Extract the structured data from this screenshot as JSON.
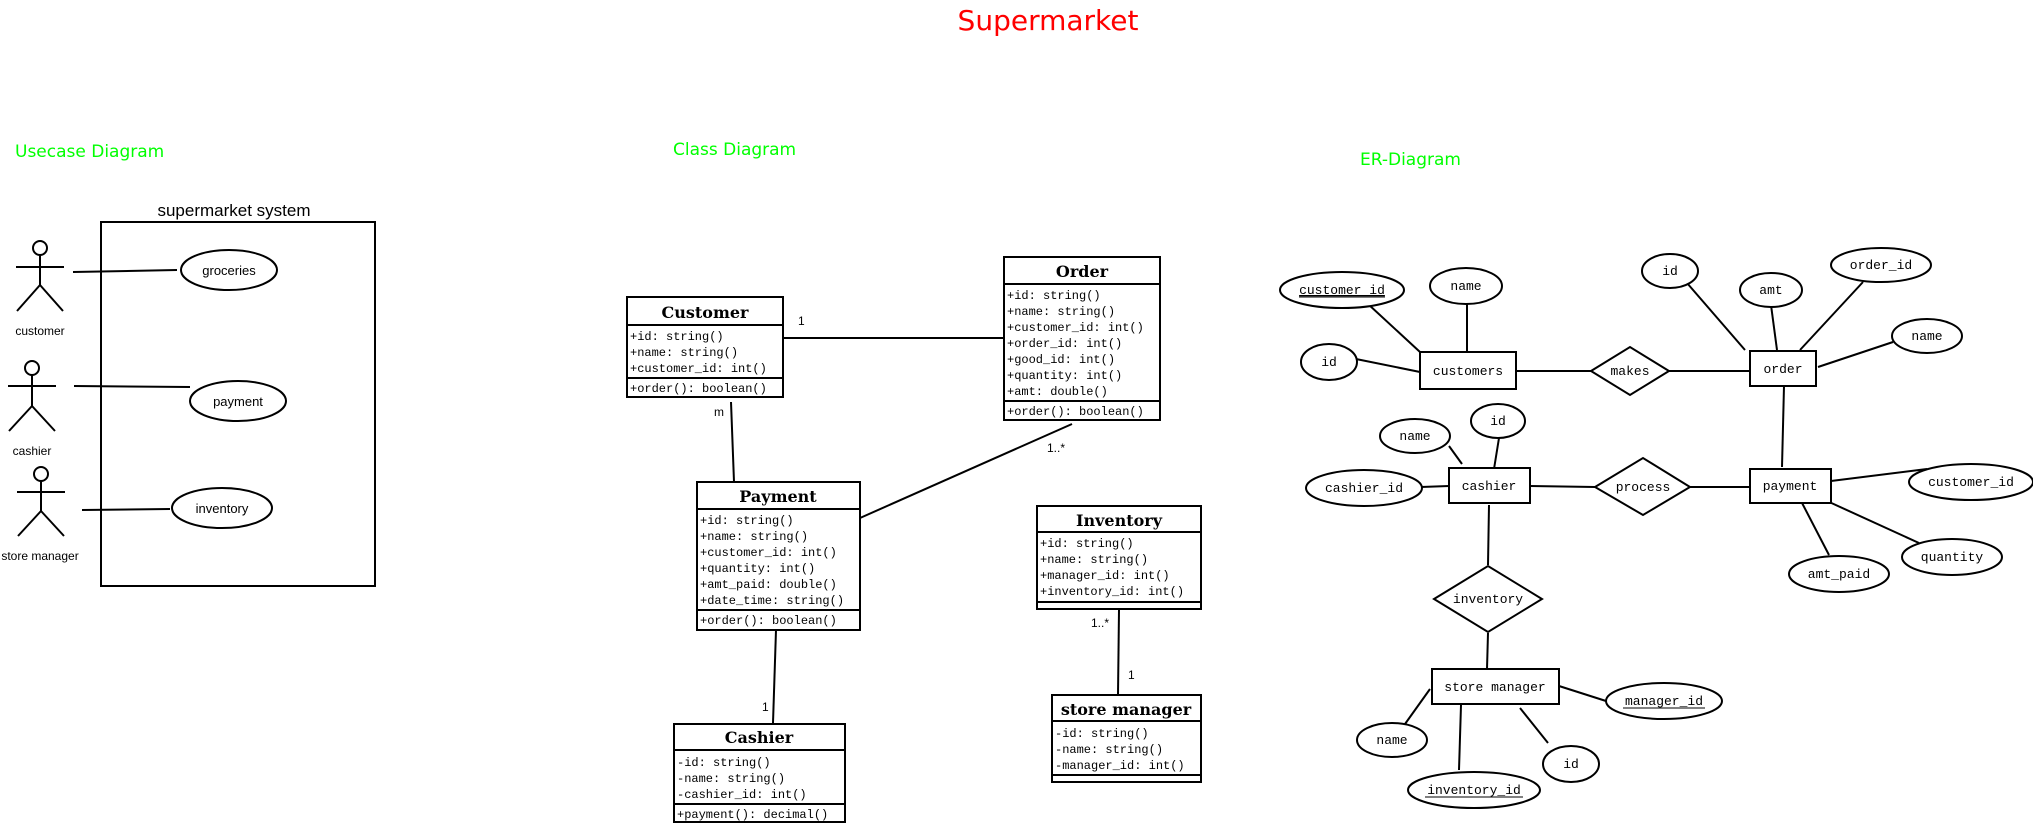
{
  "title": "Supermarket",
  "colors": {
    "title": "#ff0000",
    "section": "#00ff00",
    "ink": "#000000"
  },
  "usecase": {
    "heading": "Usecase Diagram",
    "system_label": "supermarket system",
    "actors": [
      "customer",
      "cashier",
      "store manager"
    ],
    "usecases": [
      "groceries",
      "payment",
      "inventory"
    ]
  },
  "class_diagram": {
    "heading": "Class Diagram",
    "classes": {
      "customer": {
        "name": "Customer",
        "attributes": [
          "+id: string()",
          "+name: string()",
          "+customer_id: int()"
        ],
        "methods": [
          "+order(): boolean()"
        ]
      },
      "order": {
        "name": "Order",
        "attributes": [
          "+id: string()",
          "+name: string()",
          "+customer_id: int()",
          "+order_id: int()",
          "+good_id: int()",
          "+quantity: int()",
          "+amt: double()"
        ],
        "methods": [
          "+order(): boolean()"
        ]
      },
      "payment": {
        "name": "Payment",
        "attributes": [
          "+id: string()",
          "+name: string()",
          "+customer_id: int()",
          "+quantity: int()",
          "+amt_paid: double()",
          "+date_time: string()"
        ],
        "methods": [
          "+order(): boolean()"
        ]
      },
      "inventory": {
        "name": "Inventory",
        "attributes": [
          "+id: string()",
          "+name: string()",
          "+manager_id: int()",
          "+inventory_id: int()"
        ],
        "methods": []
      },
      "cashier": {
        "name": "Cashier",
        "attributes": [
          "-id: string()",
          "-name: string()",
          "-cashier_id: int()"
        ],
        "methods": [
          "+payment(): decimal()"
        ]
      },
      "store_manager": {
        "name": "store manager",
        "attributes": [
          "-id: string()",
          "-name: string()",
          "-manager_id: int()"
        ],
        "methods": []
      }
    },
    "multiplicities": {
      "customer_order": "1",
      "customer_payment": "m",
      "order_payment": "1..*",
      "payment_cashier": "1",
      "inventory_manager_top": "1..*",
      "inventory_manager_bottom": "1"
    }
  },
  "er_diagram": {
    "heading": "ER-Diagram",
    "entities": {
      "customers": "customers",
      "order": "order",
      "cashier": "cashier",
      "payment": "payment",
      "store_manager": "store manager"
    },
    "relationships": {
      "makes": "makes",
      "process": "process",
      "inventory": "inventory"
    },
    "attributes": {
      "customer_id": "customer_id",
      "customers_name": "name",
      "customers_id": "id",
      "order_id_attr": "id",
      "order_amt": "amt",
      "order_order_id": "order_id",
      "order_name": "name",
      "cashier_name": "name",
      "cashier_id": "id",
      "cashier_cashier_id": "cashier_id",
      "payment_customer_id": "customer_id",
      "payment_quantity": "quantity",
      "payment_amt_paid": "amt_paid",
      "manager_manager_id": "manager_id",
      "manager_name": "name",
      "manager_id": "id",
      "manager_inventory_id": "inventory_id"
    }
  }
}
